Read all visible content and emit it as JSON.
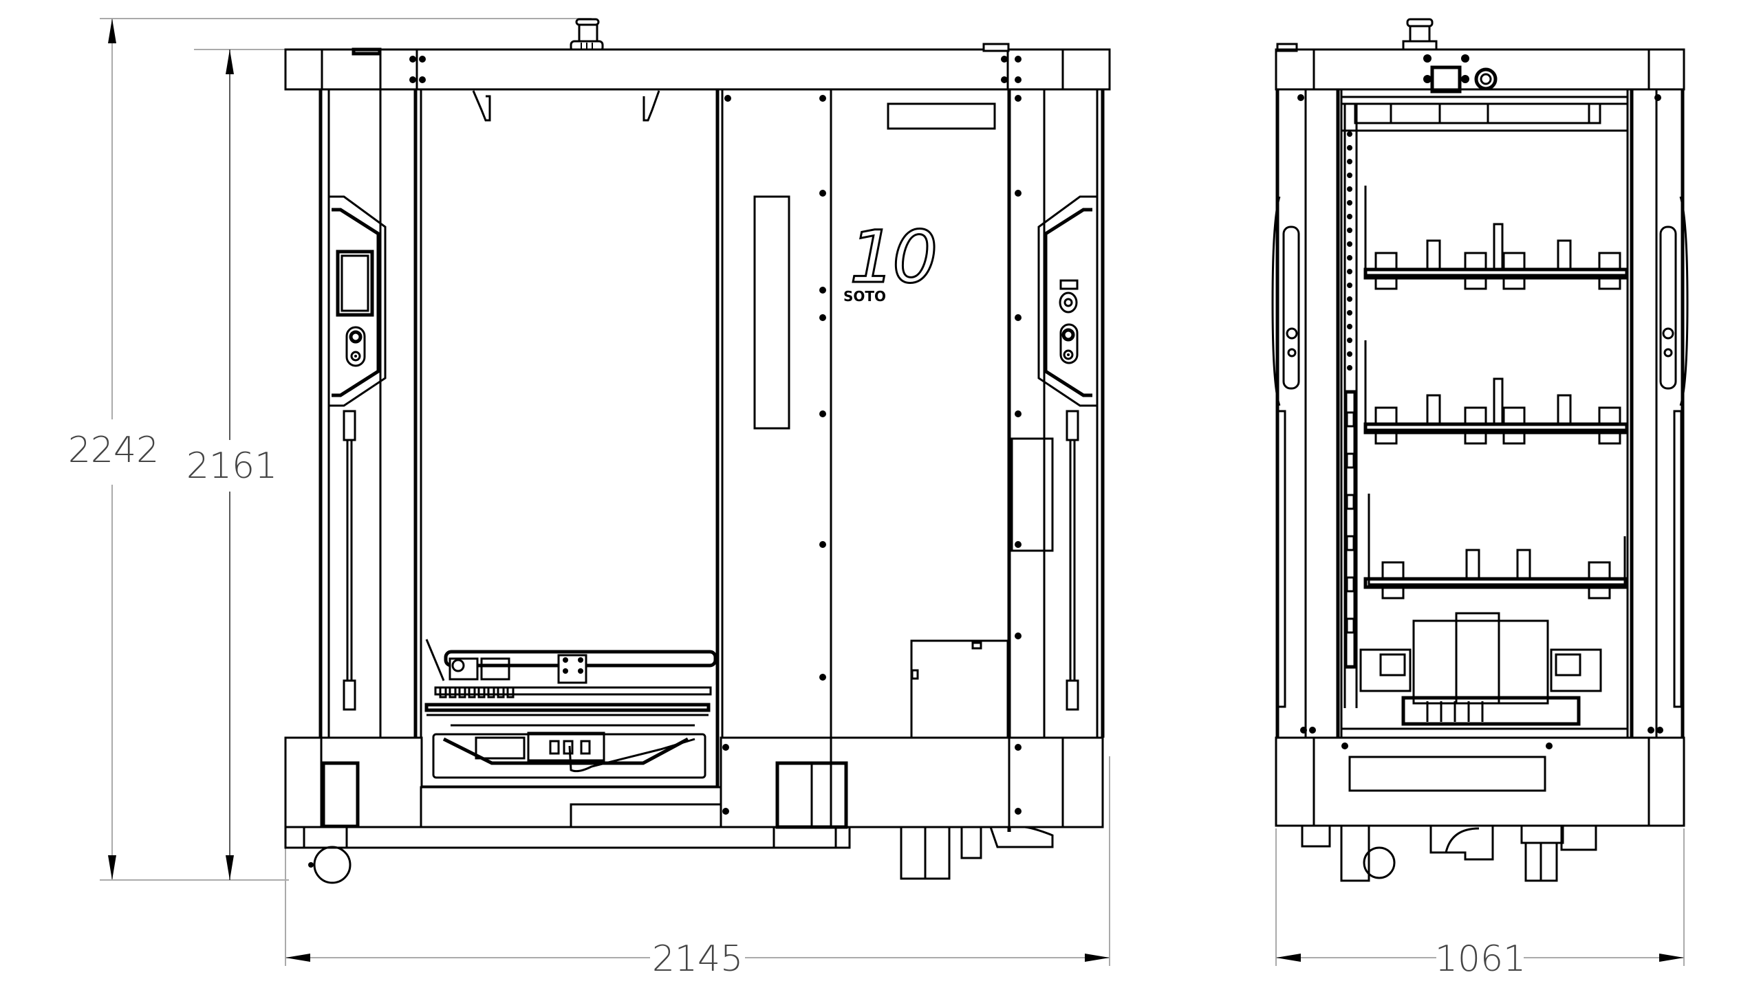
{
  "drawing": {
    "type": "technical-elevation-drawing",
    "views": [
      {
        "id": "front-view",
        "label": "Front elevation"
      },
      {
        "id": "side-view",
        "label": "Side elevation"
      }
    ],
    "line_color": "#000000",
    "dimension_line_color": "#aaaaaa",
    "background": "#ffffff"
  },
  "dimensions": {
    "overall_height": "2242",
    "frame_height": "2161",
    "front_width": "2145",
    "side_depth": "1061"
  },
  "logo": {
    "number": "10",
    "brand": "SOTO"
  },
  "front_view": {
    "components": [
      "top-beam",
      "beacon-light",
      "left-control-panel",
      "touch-screen",
      "left-buttons",
      "right-control-panel",
      "right-buttons",
      "left-handle",
      "right-handle",
      "open-bay",
      "conveyor-mechanism",
      "center-door-panel",
      "label-plate-vertical",
      "label-plate-horizontal",
      "logo",
      "electrical-box",
      "side-cover",
      "base-frame",
      "caster-wheels",
      "drive-wheel"
    ]
  },
  "side_view": {
    "components": [
      "top-beam",
      "beacon-light",
      "camera-mount",
      "lidar",
      "shelf-1",
      "shelf-2",
      "shelf-3",
      "vertical-rail",
      "drive-unit",
      "base-plate-label",
      "caster-wheels",
      "drive-wheels"
    ],
    "shelves": 3
  }
}
